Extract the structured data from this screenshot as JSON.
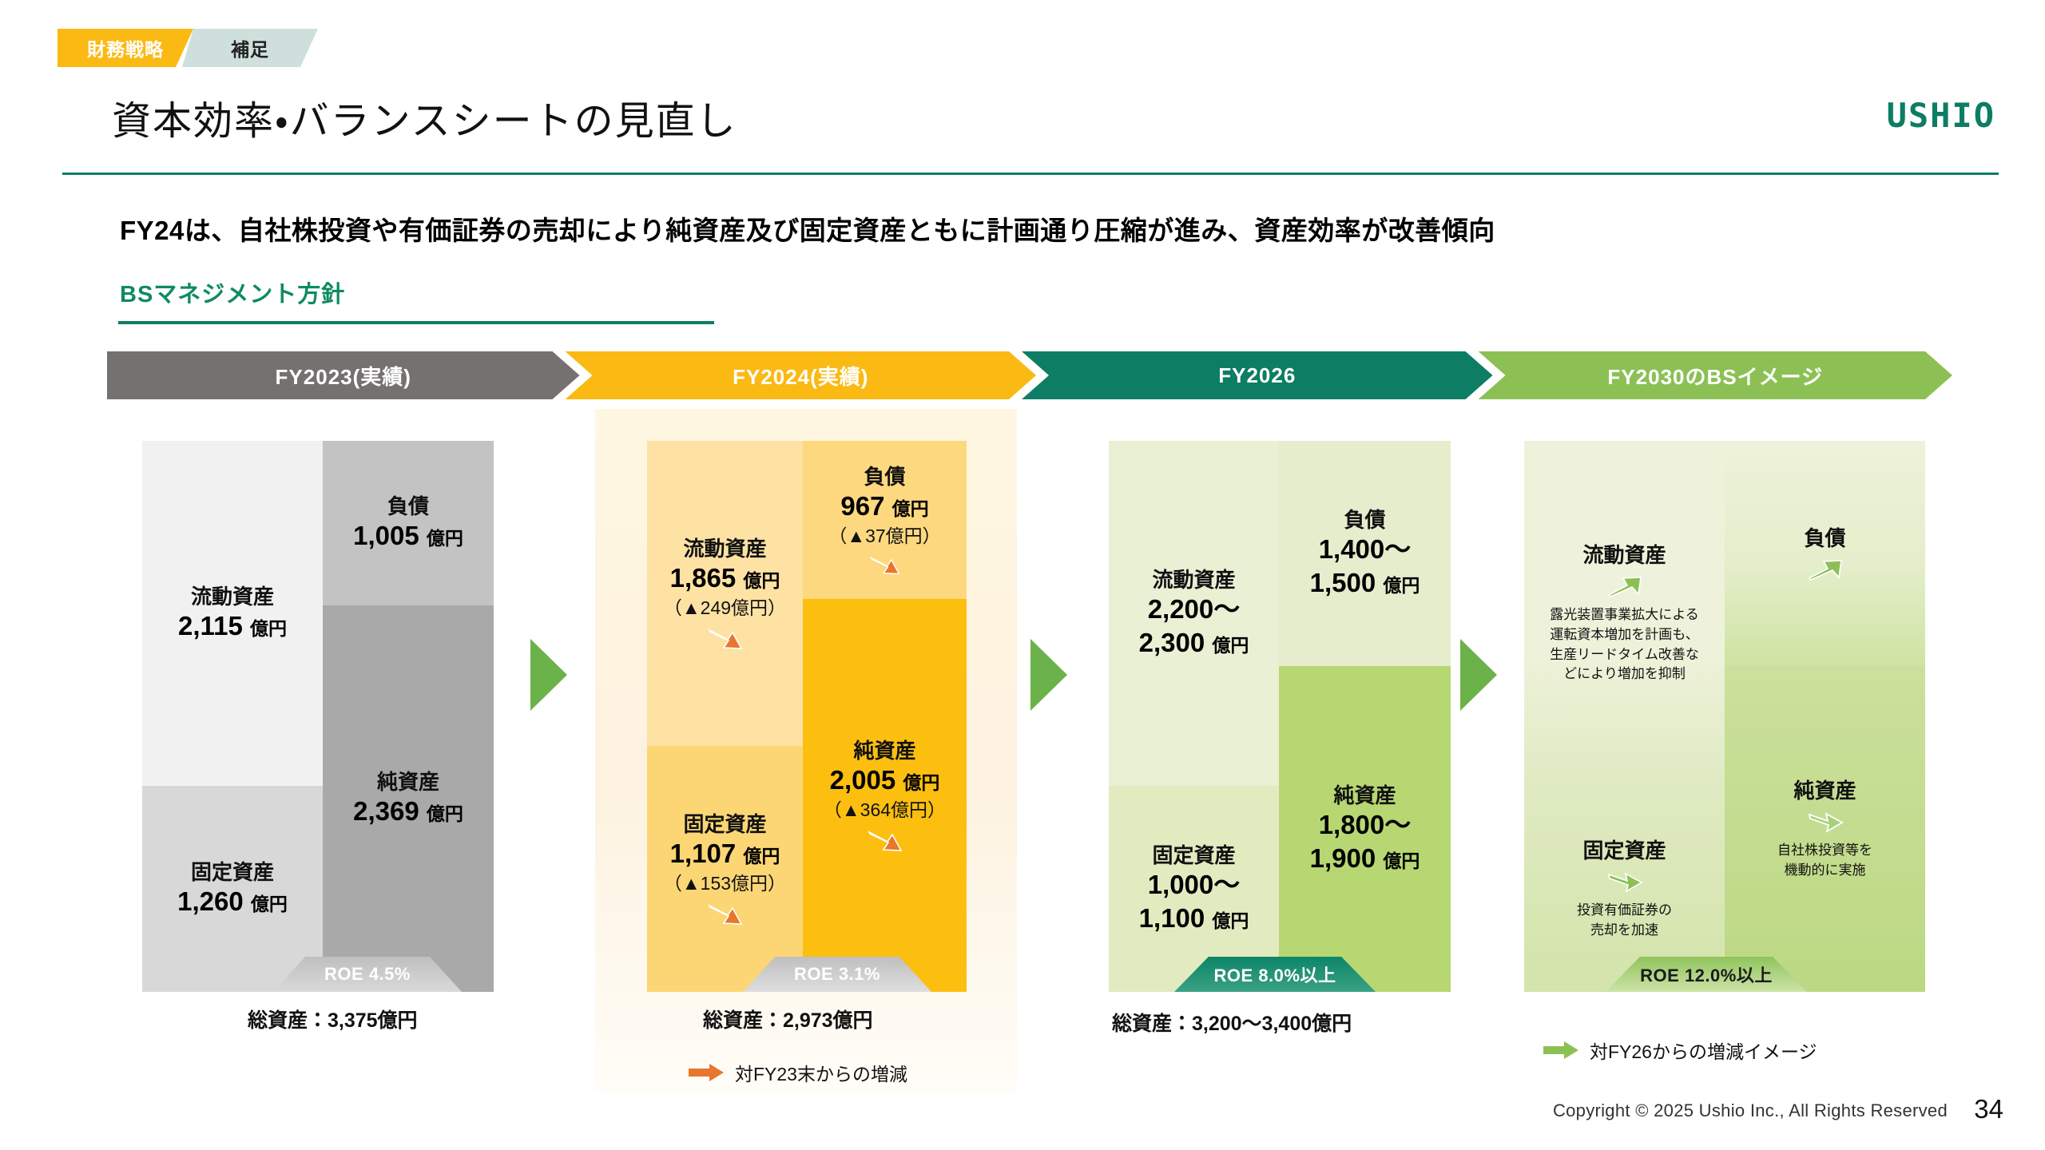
{
  "header": {
    "tabs": [
      {
        "label": "財務戦略",
        "state": "active"
      },
      {
        "label": "補足",
        "state": "sub"
      }
    ],
    "title": "資本効率・バランスシートの見直し",
    "logo": "USHIO",
    "accent_color": "#0d7d63"
  },
  "headline": "FY24は、自社株投資や有価証券の売却により純資産及び固定資産ともに計画通り圧縮が進み、資産効率が改善傾向",
  "subhead": "BSマネジメント方針",
  "phases": [
    {
      "label": "FY2023(実績)",
      "color": "#767171"
    },
    {
      "label": "FY2024(実績)",
      "color": "#fbb913"
    },
    {
      "label": "FY2026",
      "color": "#0d7d63"
    },
    {
      "label": "FY2030のBSイメージ",
      "color": "#8cc055"
    }
  ],
  "columns": {
    "fy2023": {
      "current_assets": {
        "label": "流動資産",
        "value": "2,115",
        "unit": "億円"
      },
      "fixed_assets": {
        "label": "固定資産",
        "value": "1,260",
        "unit": "億円"
      },
      "liabilities": {
        "label": "負債",
        "value": "1,005",
        "unit": "億円"
      },
      "net_assets": {
        "label": "純資産",
        "value": "2,369",
        "unit": "億円"
      },
      "roe": "ROE 4.5%",
      "total": "総資産：3,375億円"
    },
    "fy2024": {
      "current_assets": {
        "label": "流動資産",
        "value": "1,865",
        "unit": "億円",
        "delta": "（▲249億円）",
        "trend": "down"
      },
      "fixed_assets": {
        "label": "固定資産",
        "value": "1,107",
        "unit": "億円",
        "delta": "（▲153億円）",
        "trend": "down"
      },
      "liabilities": {
        "label": "負債",
        "value": "967",
        "unit": "億円",
        "delta": "（▲37億円）",
        "trend": "down"
      },
      "net_assets": {
        "label": "純資産",
        "value": "2,005",
        "unit": "億円",
        "delta": "（▲364億円）",
        "trend": "down"
      },
      "roe": "ROE 3.1%",
      "total": "総資産：2,973億円",
      "legend": "対FY23末からの増減"
    },
    "fy2026": {
      "current_assets": {
        "label": "流動資産",
        "value": "2,200〜\n2,300",
        "unit": "億円"
      },
      "fixed_assets": {
        "label": "固定資産",
        "value": "1,000〜\n1,100",
        "unit": "億円"
      },
      "liabilities": {
        "label": "負債",
        "value": "1,400〜\n1,500",
        "unit": "億円"
      },
      "net_assets": {
        "label": "純資産",
        "value": "1,800〜\n1,900",
        "unit": "億円"
      },
      "roe": "ROE 8.0%以上",
      "total": "総資産：3,200〜3,400億円"
    },
    "fy2030": {
      "current_assets": {
        "label": "流動資産",
        "note": "露光装置事業拡大による\n運転資本増加を計画も、\n生産リードタイム改善な\nどにより増加を抑制",
        "trend": "up"
      },
      "fixed_assets": {
        "label": "固定資産",
        "note": "投資有価証券の\n売却を加速",
        "trend": "down"
      },
      "liabilities": {
        "label": "負債",
        "note": "",
        "trend": "up"
      },
      "net_assets": {
        "label": "純資産",
        "note": "自社株投資等を\n機動的に実施",
        "trend": "down"
      },
      "roe": "ROE 12.0%以上",
      "legend": "対FY26からの増減イメージ"
    }
  },
  "footer": {
    "copyright": "Copyright © 2025 Ushio Inc., All Rights Reserved",
    "page": "34"
  }
}
